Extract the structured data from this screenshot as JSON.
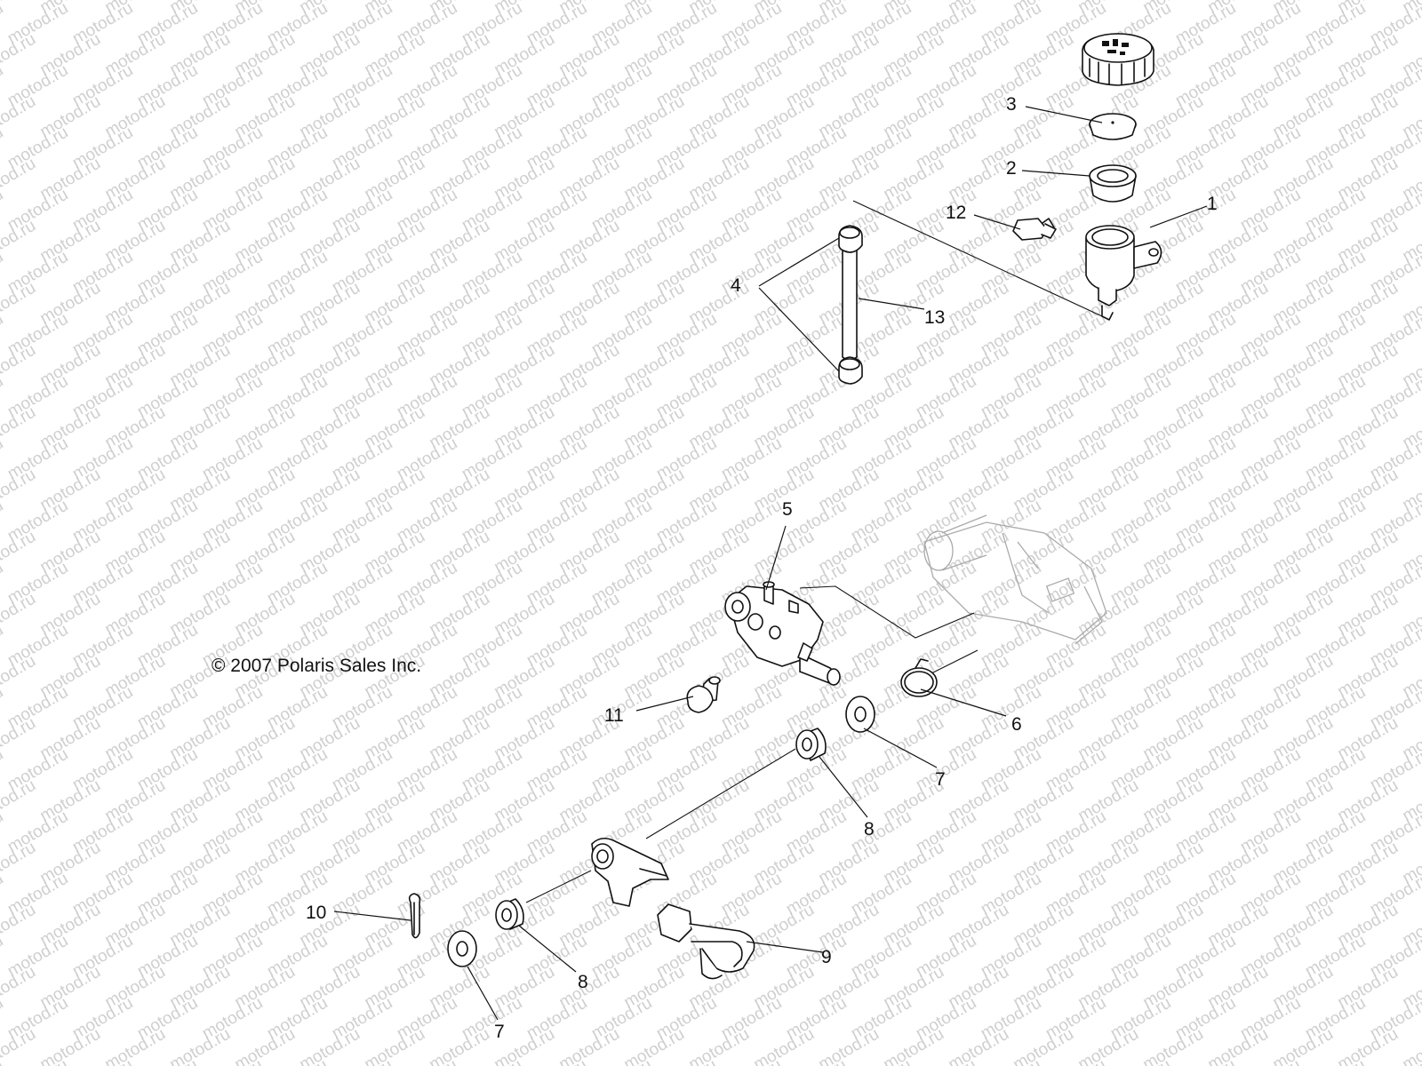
{
  "watermark": "motod.ru",
  "copyright": "© 2007 Polaris Sales Inc.",
  "callouts": [
    "1",
    "2",
    "3",
    "4",
    "5",
    "6",
    "7",
    "7",
    "8",
    "8",
    "9",
    "10",
    "11",
    "12",
    "13"
  ],
  "icons": {
    "reservoir_cap": "reservoir-cap-icon",
    "diaphragm": "diaphragm-icon",
    "seal": "seal-icon",
    "reservoir": "reservoir-icon",
    "bolt": "bolt-icon",
    "hose": "hose-icon",
    "clamp": "clamp-icon",
    "master_cylinder": "master-cylinder-icon",
    "spring_clip": "spring-clip-icon",
    "washer": "washer-icon",
    "bushing": "bushing-icon",
    "brake_pedal": "brake-pedal-icon",
    "cotter_pin": "cotter-pin-icon",
    "frame_bracket": "frame-bracket-icon"
  }
}
